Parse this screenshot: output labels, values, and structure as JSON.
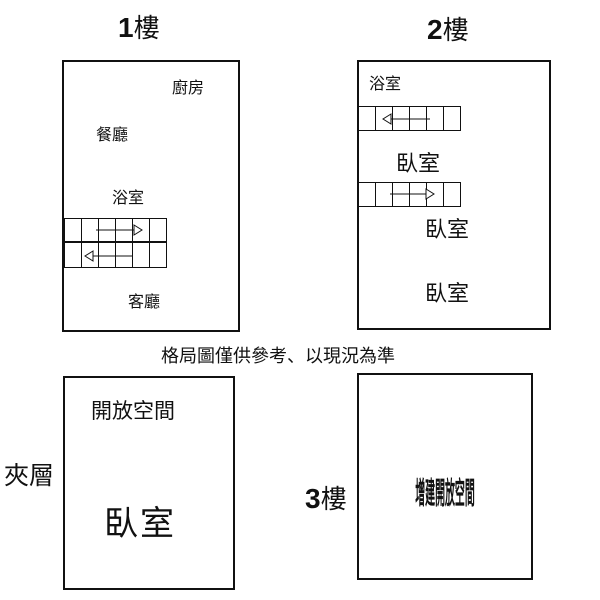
{
  "floor1": {
    "title_num": "1",
    "title_suffix": "樓",
    "rooms": {
      "kitchen": "廚房",
      "dining": "餐廳",
      "bath": "浴室",
      "living": "客廳"
    }
  },
  "floor2": {
    "title_num": "2",
    "title_suffix": "樓",
    "rooms": {
      "bath": "浴室",
      "bedroom1": "臥室",
      "bedroom2": "臥室",
      "bedroom3": "臥室"
    }
  },
  "note": "格局圖僅供參考、以現況為準",
  "mezzanine": {
    "title": "夾層",
    "rooms": {
      "open_space": "開放空間",
      "bedroom": "臥室"
    }
  },
  "floor3": {
    "title_num": "3",
    "title_suffix": "樓",
    "rooms": {
      "extension": "增建開放空間"
    }
  }
}
